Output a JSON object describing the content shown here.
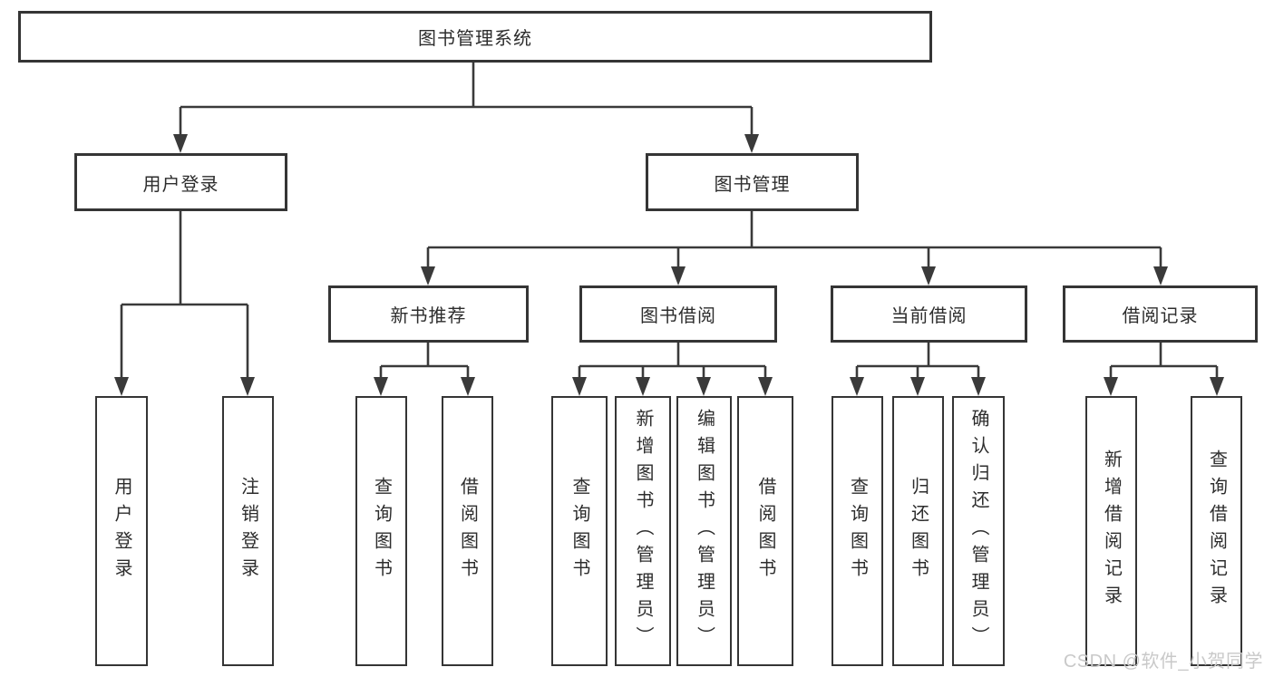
{
  "diagram": {
    "type": "hierarchy-tree",
    "colors": {
      "line": "#3a3a3a",
      "box_border": "#353535",
      "text": "#2d2d2d",
      "watermark": "#c9c9c9",
      "background": "#ffffff"
    },
    "watermark": {
      "text": "CSDN @软件_小贺同学"
    },
    "tree": {
      "label": "图书管理系统",
      "children": [
        {
          "label": "用户登录",
          "children": [
            {
              "label": "用户登录"
            },
            {
              "label": "注销登录"
            }
          ]
        },
        {
          "label": "图书管理",
          "children": [
            {
              "label": "新书推荐",
              "children": [
                {
                  "label": "查询图书"
                },
                {
                  "label": "借阅图书"
                }
              ]
            },
            {
              "label": "图书借阅",
              "children": [
                {
                  "label": "查询图书"
                },
                {
                  "label": "新增图书（管理员）"
                },
                {
                  "label": "编辑图书（管理员）"
                },
                {
                  "label": "借阅图书"
                }
              ]
            },
            {
              "label": "当前借阅",
              "children": [
                {
                  "label": "查询图书"
                },
                {
                  "label": "归还图书"
                },
                {
                  "label": "确认归还（管理员）"
                }
              ]
            },
            {
              "label": "借阅记录",
              "children": [
                {
                  "label": "新增借阅记录"
                },
                {
                  "label": "查询借阅记录"
                }
              ]
            }
          ]
        }
      ]
    }
  }
}
